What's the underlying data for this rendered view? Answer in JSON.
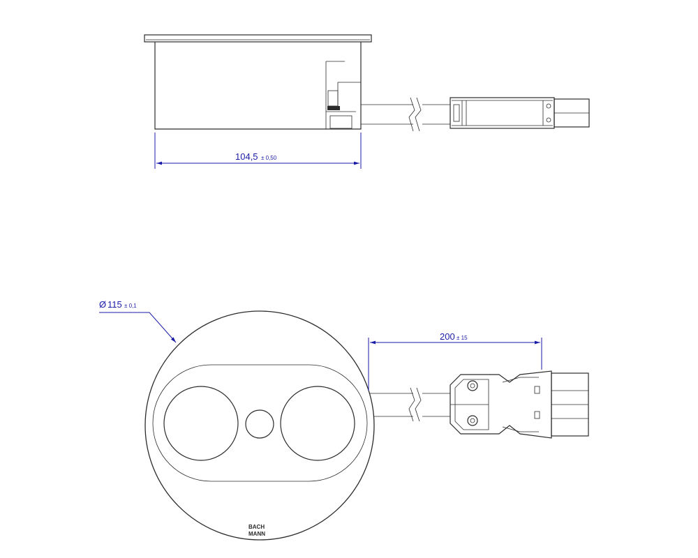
{
  "dimensions": {
    "width": {
      "value": "104,5",
      "tolerance": "± 0,50"
    },
    "diameter": {
      "symbol": "Ø",
      "value": "115",
      "tolerance": "± 0,1"
    },
    "cable_length": {
      "value": "200",
      "tolerance": "± 15"
    }
  },
  "logo": {
    "line1": "BACH",
    "line2": "MANN"
  },
  "colors": {
    "line": "#2b2b2b",
    "dimension": "#1a1aa8",
    "background": "#ffffff"
  }
}
